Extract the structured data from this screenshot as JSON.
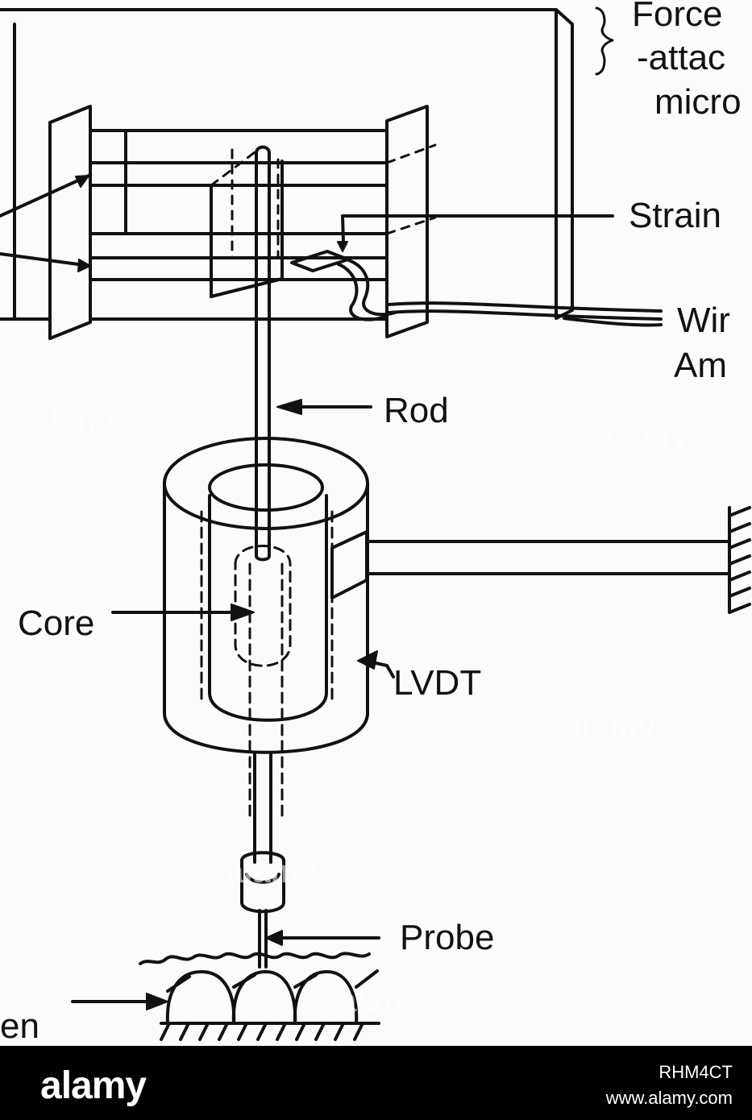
{
  "diagram": {
    "labels": {
      "force_top": "Force",
      "force_attach": "-attac",
      "force_micro": "micro",
      "strain": "Strain",
      "wire": "Wir",
      "amp": "Am",
      "rod": "Rod",
      "core": "Core",
      "lvdt": "LVDT",
      "probe": "Probe",
      "specimen": "en"
    },
    "watermark": "alamy"
  },
  "stock_bar": {
    "logo": "alamy",
    "image_id": "RHM4CT",
    "site": "www.alamy.com",
    "background": "#000000",
    "text_color": "#ffffff"
  }
}
